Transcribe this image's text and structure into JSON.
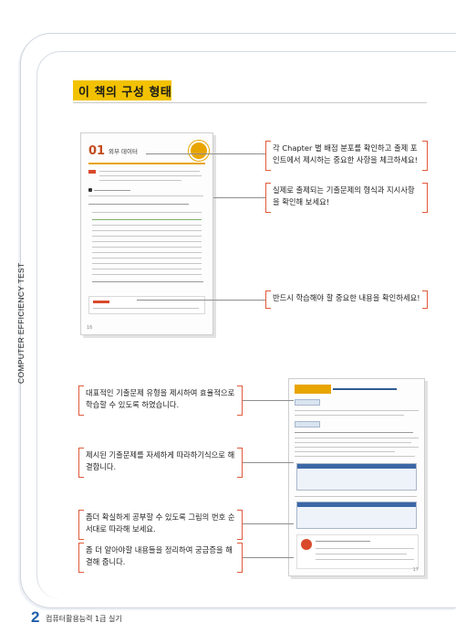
{
  "section": {
    "title": "이 책의 구성 형태",
    "side_label": "COMPUTER EFFICIENCY TEST"
  },
  "callouts": {
    "chapter_frequency": "각 Chapter 별 배점 분포를 확인하고 출제 포인트에서 제시하는 중요한 사항을 체크하세요!",
    "real_exam_format": "실제로 출제되는 기출문제의 형식과 지시사항을 확인해 보세요!",
    "must_learn": "반드시 학습해야 할 중요한 내용을 확인하세요!",
    "representative_types": "대표적인 기출문제 유형을 제시하여 효율적으로 학습할 수 있도록 하였습니다.",
    "detailed_steps": "제시된 기출문제를 자세하게 따라하기식으로 해결합니다.",
    "screenshot_order": "좀더 확실하게 공부할 수 있도록 그림의 번호 순서대로 따라해 보세요.",
    "summary_tips": "좀 더 알아야할 내용들을 정리하여 궁금증을 해결해 줍니다."
  },
  "sample_pages": {
    "page1": {
      "chapter_no": "01",
      "chapter_title": "외부 데이터",
      "page_number": "16"
    },
    "page2": {
      "page_number": "17"
    }
  },
  "footer": {
    "page_number": "2",
    "book_title": "컴퓨터활용능력 1급 실기"
  },
  "colors": {
    "accent_yellow": "#f2c200",
    "callout_red": "#e05a3a",
    "footer_blue": "#1f5ea8"
  }
}
